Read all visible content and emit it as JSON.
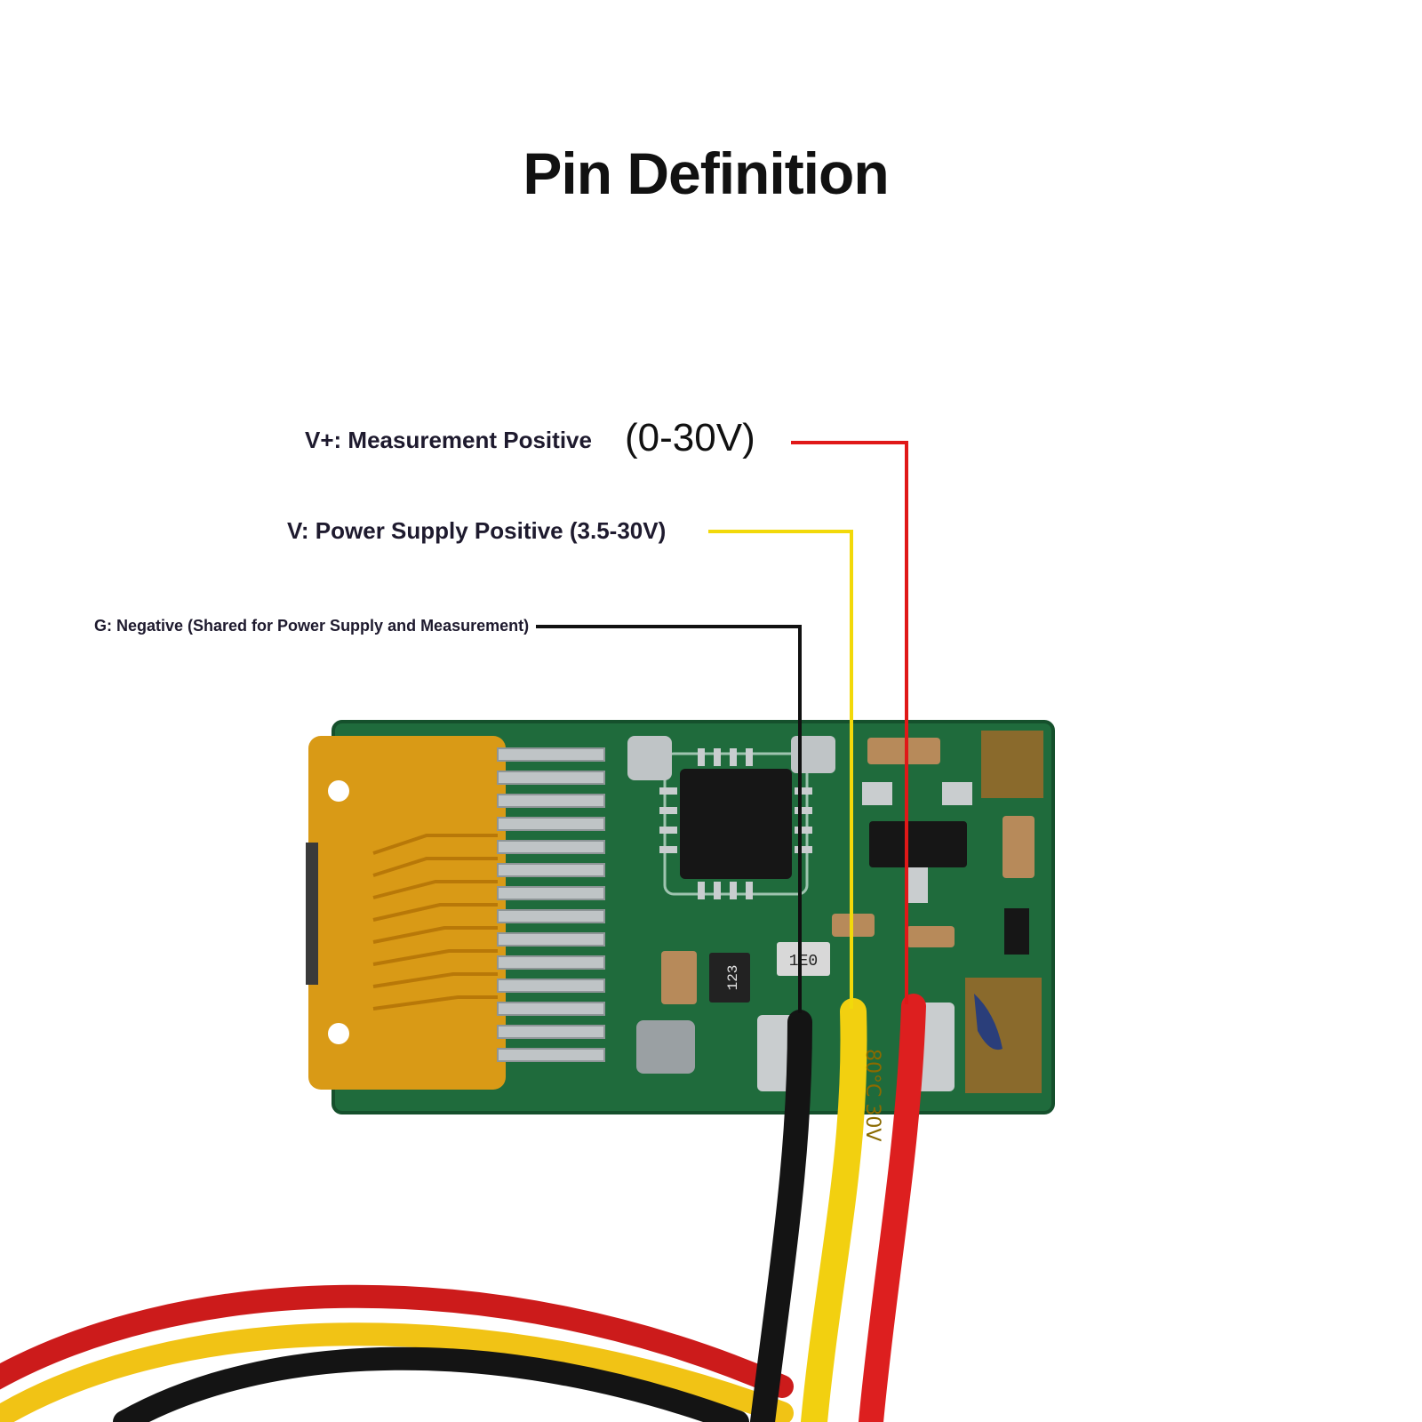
{
  "header": {
    "title": "Pin Definition"
  },
  "pins": [
    {
      "label": "V+: Measurement Positive",
      "range": "(0-30V)",
      "color": "#e01818",
      "icon": "red-wire"
    },
    {
      "label": "V: Power Supply Positive (3.5-30V)",
      "range": "",
      "color": "#f2d90a",
      "icon": "yellow-wire"
    },
    {
      "label": "G: Negative (Shared for Power Supply and Measurement)",
      "range": "",
      "color": "#111111",
      "icon": "black-wire"
    }
  ],
  "board": {
    "pcb_color": "#1f6b3c",
    "flex_color": "#d99a16",
    "chip_color": "#161616",
    "component_markings": [
      "123",
      "1E0"
    ],
    "wire_print": "80°C 30V"
  }
}
